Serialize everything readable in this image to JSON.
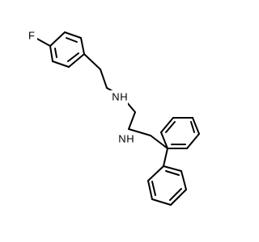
{
  "molecule": {
    "atom_labels": {
      "fluorine": "F",
      "amine_upper": "N",
      "amine_upper_h": "H",
      "amine_lower": "N",
      "amine_lower_h": "H"
    }
  }
}
